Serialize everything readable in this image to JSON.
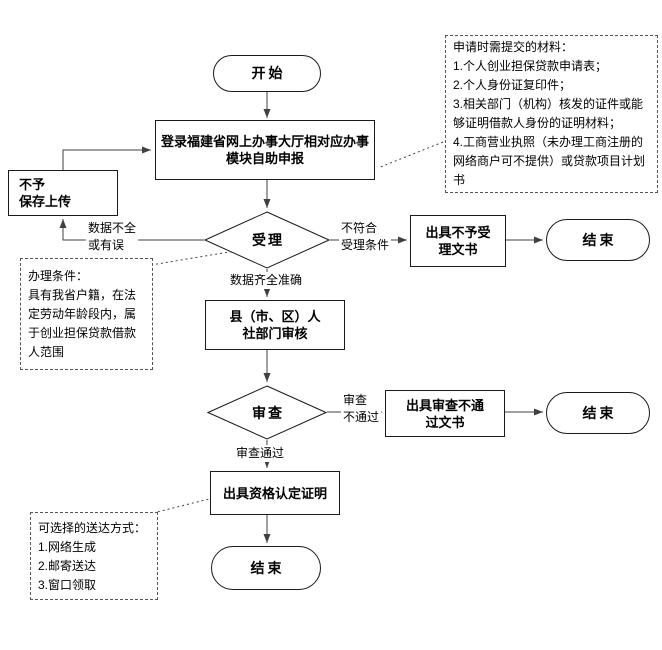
{
  "colors": {
    "background": "#ffffff",
    "line": "#404040",
    "node_border": "#1a1a1a",
    "note_border_style": "dashed",
    "text": "#000000"
  },
  "nodes": {
    "start": {
      "label": "开始"
    },
    "login": {
      "label": "登录福建省网上办事大厅相对应办事\n模块自助申报"
    },
    "no_save_upload": {
      "label": "不予\n保存上传"
    },
    "accept": {
      "label": "受理"
    },
    "reject_doc": {
      "label": "出具不予受\n理文书"
    },
    "end_accept": {
      "label": "结束"
    },
    "dept_review": {
      "label": "县（市、区）人\n社部门审核"
    },
    "review": {
      "label": "审查"
    },
    "review_fail_doc": {
      "label": "出具审查不通\n过文书"
    },
    "end_review": {
      "label": "结束"
    },
    "certificate": {
      "label": "出具资格认定证明"
    },
    "end_final": {
      "label": "结束"
    }
  },
  "edge_labels": {
    "data_incomplete": "数据不全\n或有误",
    "not_qualified": "不符合\n受理条件",
    "data_complete": "数据齐全准确",
    "review_fail": "审查\n不通过",
    "review_pass": "审查通过"
  },
  "notes": {
    "materials": "申请时需提交的材料：\n1.个人创业担保贷款申请表；\n2.个人身份证复印件；\n3.相关部门（机构）核发的证件或能\n够证明借款人身份的证明材料；\n4.工商营业执照（未办理工商注册的\n网络商户可不提供）或贷款项目计划\n书",
    "conditions": "办理条件：\n具有我省户籍，在法\n定劳动年龄段内，属\n于创业担保贷款借款\n人范围",
    "delivery": "可选择的送达方式：\n1.网络生成\n2.邮寄送达\n3.窗口领取"
  }
}
